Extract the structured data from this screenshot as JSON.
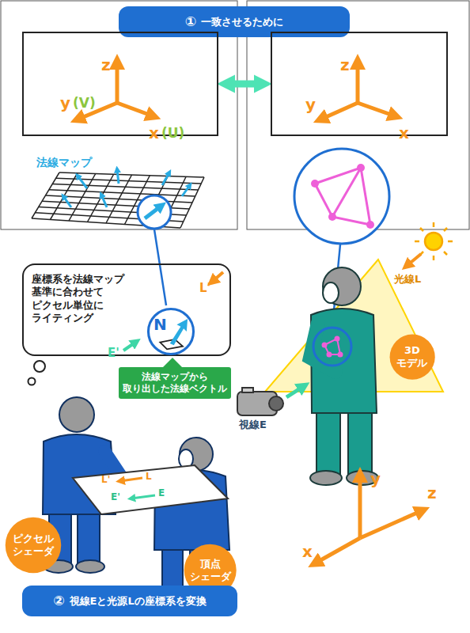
{
  "diagram": {
    "nodes": [
      {
        "text": [
          "①",
          "一致させるために"
        ]
      },
      {
        "text": [
          "z",
          "y",
          "(V)",
          "x",
          "(U)"
        ]
      },
      {
        "text": [
          "z",
          "y",
          "x"
        ]
      },
      {
        "text": [
          "座標系を法線マップ 基準に合わせて ピクセル単位に ライティング"
        ]
      },
      {
        "text": [
          "N"
        ],
        "in": 3
      },
      {
        "text": [
          "法線マップから 取り出した法線ベクトル"
        ]
      },
      {
        "text": [
          "ピクセル シェーダ"
        ]
      },
      {
        "text": [
          "頂点 シェーダ"
        ]
      },
      {
        "text": [
          "3D モデル"
        ]
      },
      {
        "text": [
          "②",
          "視線Eと光源Lの座標系を変換"
        ]
      }
    ],
    "edges": [
      {
        "from": 1,
        "to": 2,
        "arrow": "both"
      }
    ],
    "labels": [
      "法線マップ",
      "L'",
      "E'",
      "光線L",
      "視線E",
      "L'",
      "L",
      "E'",
      "E",
      "y",
      "x",
      "z"
    ]
  }
}
